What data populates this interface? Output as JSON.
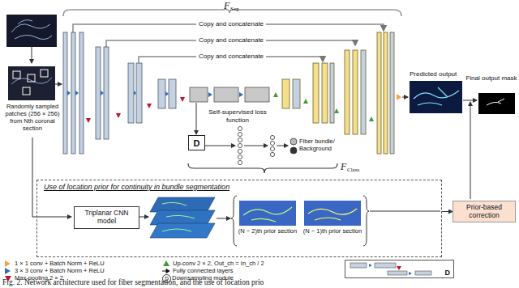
{
  "diagram": {
    "caption": "Fig. 2. Network architecture used for fiber segmentation, and the use of location prio",
    "nodes": [
      {
        "text": [
          "D"
        ]
      },
      {
        "text": [
          "Use of location prior for continuity in bundle segmentation"
        ]
      },
      {
        "text": [
          "Triplanar CNN model"
        ],
        "in": 1
      },
      {
        "text": [
          "Prior-based correction"
        ]
      },
      {
        "text": [
          "D"
        ]
      }
    ],
    "edges": [
      {
        "from": 1,
        "to": 3,
        "arrow": "to"
      }
    ],
    "labels": [
      "F",
      "Seg",
      "Copy and concatenate",
      "Copy and concatenate",
      "Copy and concatenate",
      "Randomly sampled patches (256 × 256) from Nth coronal section",
      "Predicted output",
      "Final output mask",
      "Self-supervised loss function",
      "Fiber bundle/ Background",
      "F",
      "Class",
      "(N − 2)th prior section",
      "(N − 1)th prior section",
      "D"
    ],
    "legend": [
      {
        "text": "1 × 1 conv + Batch Norm + ReLU",
        "color": "#f4a24c"
      },
      {
        "text": "3 × 3 conv + Batch Norm + ReLU",
        "color": "#2f6fb5"
      },
      {
        "text": "Max-pooling 2 × 2",
        "color": "#c8102e"
      },
      {
        "text": "Up-conv 2 × 2, Out_ch = In_ch / 2",
        "color": "#3f9b35"
      },
      {
        "text": "Fully connected layers"
      },
      {
        "text": "Downsampling module"
      }
    ]
  }
}
